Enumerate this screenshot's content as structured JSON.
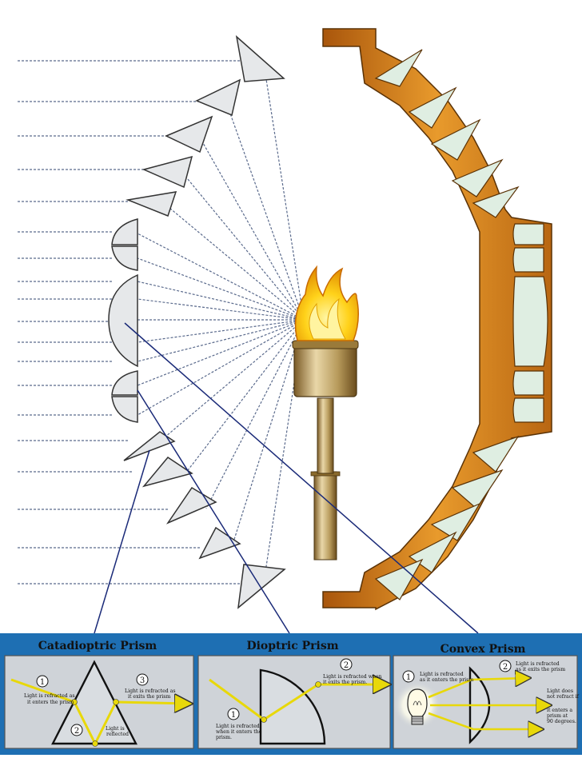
{
  "panels": {
    "catadioptric": {
      "title": "Catadioptric Prism",
      "step1_num": "1",
      "step1_l1": "Light is refracted as",
      "step1_l2": "it enters the prism",
      "step2_num": "2",
      "step2_l1": "Light is",
      "step2_l2": "reflected",
      "step3_num": "3",
      "step3_l1": "Light is refracted as",
      "step3_l2": "it exits the prism"
    },
    "dioptric": {
      "title": "Dioptric Prism",
      "step1_num": "1",
      "step1_l1": "Light is refracted",
      "step1_l2": "when it enters the",
      "step1_l3": "prism.",
      "step2_num": "2",
      "step2_l1": "Light is refracted when",
      "step2_l2": "it exits the prism."
    },
    "convex": {
      "title": "Convex Prism",
      "step1_num": "1",
      "step1_l1": "Light is refracted",
      "step1_l2": "as it enters the prism",
      "step2_num": "2",
      "step2_l1": "Light is refracted",
      "step2_l2": "as it exits the prism",
      "note_l1": "Light does",
      "note_l2": "not refract if",
      "note_l3": "it enters a",
      "note_l4": "prism at",
      "note_l5": "90 degrees."
    }
  },
  "colors": {
    "banner": "#1e6fb3",
    "panel_bg": "#cfd3d8",
    "ray": "#e8d80a",
    "frame": "#d98a1c",
    "pointer": "#1a2a78"
  }
}
